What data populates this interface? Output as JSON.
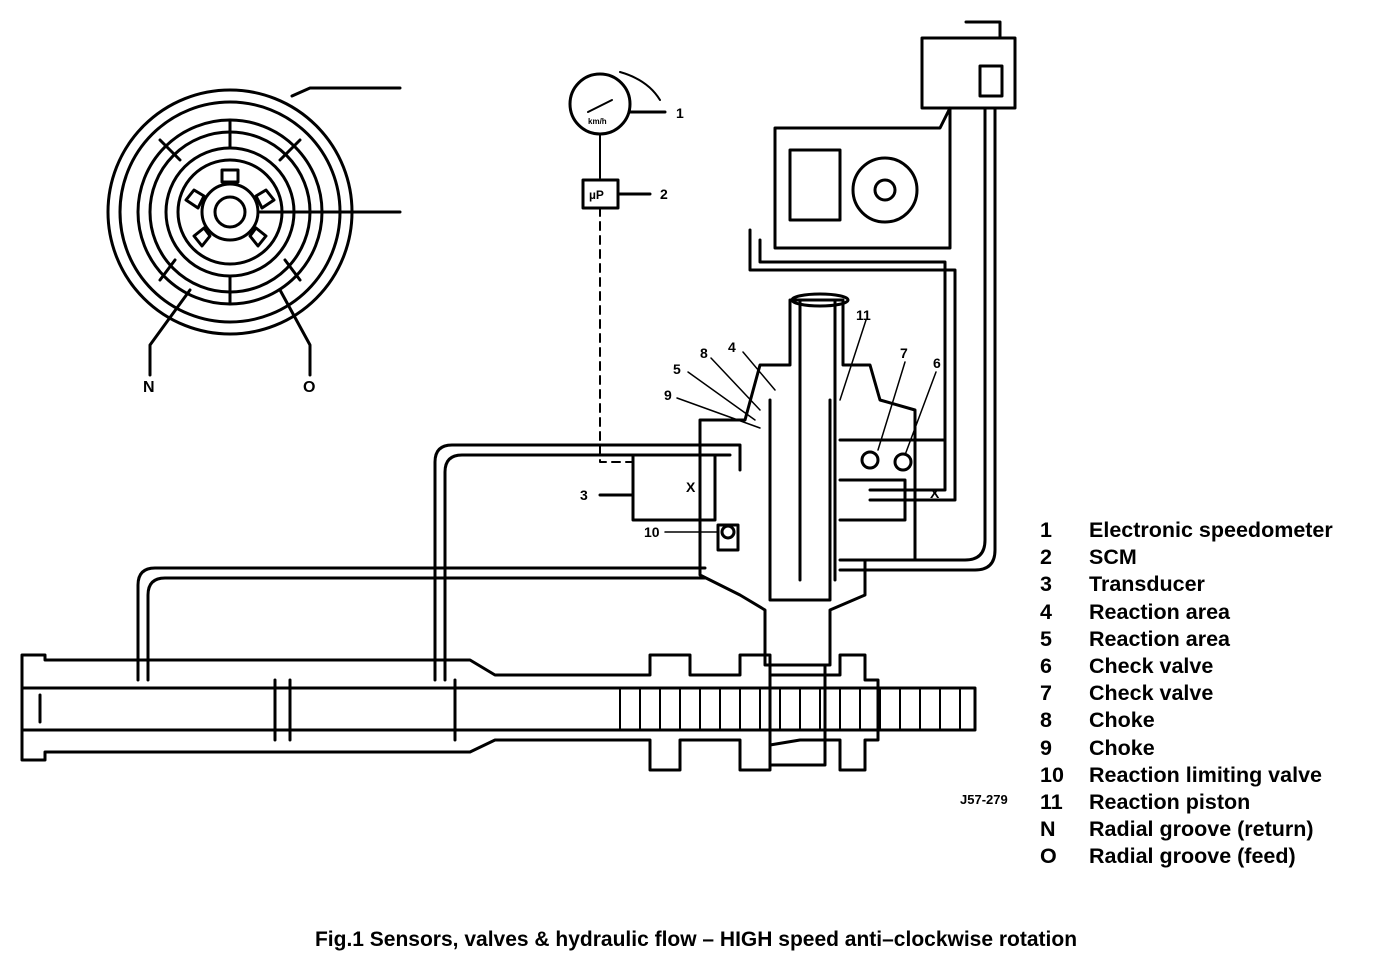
{
  "callouts": {
    "c1": "1",
    "c2": "2",
    "c3": "3",
    "c4": "4",
    "c5": "5",
    "c6": "6",
    "c7": "7",
    "c8": "8",
    "c9": "9",
    "c10": "10",
    "c11": "11",
    "cN": "N",
    "cO": "O"
  },
  "gauge": {
    "unit": "km/h",
    "processor": "µP"
  },
  "markers": {
    "x_left": "X",
    "x_right": "X"
  },
  "reference": "J57-279",
  "legend": [
    {
      "key": "1",
      "text": "Electronic speedometer"
    },
    {
      "key": "2",
      "text": "SCM"
    },
    {
      "key": "3",
      "text": "Transducer"
    },
    {
      "key": "4",
      "text": "Reaction area"
    },
    {
      "key": "5",
      "text": "Reaction area"
    },
    {
      "key": "6",
      "text": "Check valve"
    },
    {
      "key": "7",
      "text": "Check valve"
    },
    {
      "key": "8",
      "text": "Choke"
    },
    {
      "key": "9",
      "text": "Choke"
    },
    {
      "key": "10",
      "text": "Reaction limiting valve"
    },
    {
      "key": "11",
      "text": "Reaction piston"
    },
    {
      "key": "N",
      "text": "Radial groove (return)"
    },
    {
      "key": "O",
      "text": "Radial groove (feed)"
    }
  ],
  "caption": "Fig.1  Sensors, valves & hydraulic flow – HIGH speed anti–clockwise rotation"
}
